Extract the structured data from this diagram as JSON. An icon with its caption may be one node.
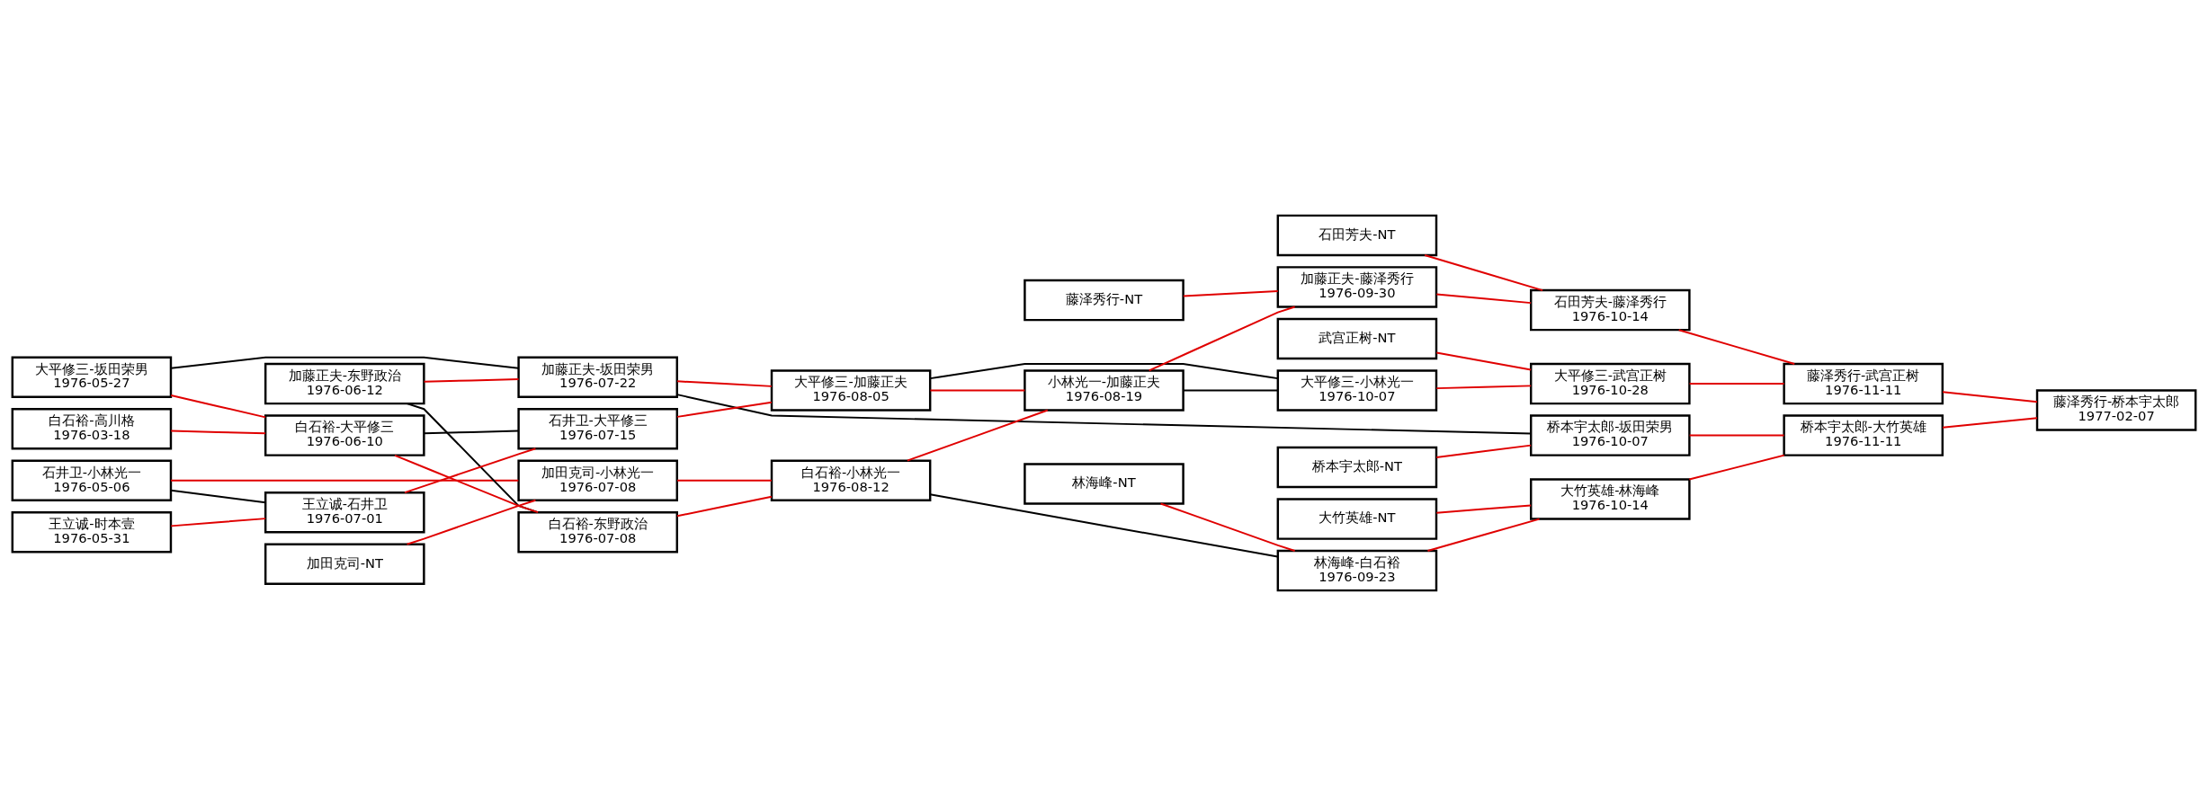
{
  "diagram": {
    "nodes": [
      {
        "text": [
          "大平修三-坂田荣男",
          "1976-05-27"
        ]
      },
      {
        "text": [
          "白石裕-高川格",
          "1976-03-18"
        ]
      },
      {
        "text": [
          "石井卫-小林光一",
          "1976-05-06"
        ]
      },
      {
        "text": [
          "王立诚-时本壹",
          "1976-05-31"
        ]
      },
      {
        "text": [
          "加藤正夫-东野政治",
          "1976-06-12"
        ]
      },
      {
        "text": [
          "白石裕-大平修三",
          "1976-06-10"
        ]
      },
      {
        "text": [
          "王立诚-石井卫",
          "1976-07-01"
        ]
      },
      {
        "text": [
          "加田克司-NT"
        ]
      },
      {
        "text": [
          "加藤正夫-坂田荣男",
          "1976-07-22"
        ]
      },
      {
        "text": [
          "石井卫-大平修三",
          "1976-07-15"
        ]
      },
      {
        "text": [
          "加田克司-小林光一",
          "1976-07-08"
        ]
      },
      {
        "text": [
          "白石裕-东野政治",
          "1976-07-08"
        ]
      },
      {
        "text": [
          "大平修三-加藤正夫",
          "1976-08-05"
        ]
      },
      {
        "text": [
          "白石裕-小林光一",
          "1976-08-12"
        ]
      },
      {
        "text": [
          "藤泽秀行-NT"
        ]
      },
      {
        "text": [
          "小林光一-加藤正夫",
          "1976-08-19"
        ]
      },
      {
        "text": [
          "林海峰-NT"
        ]
      },
      {
        "text": [
          "加藤正夫-藤泽秀行",
          "1976-09-30"
        ]
      },
      {
        "text": [
          "石田芳夫-NT"
        ]
      },
      {
        "text": [
          "武宫正树-NT"
        ]
      },
      {
        "text": [
          "大平修三-小林光一",
          "1976-10-07"
        ]
      },
      {
        "text": [
          "桥本宇太郎-NT"
        ]
      },
      {
        "text": [
          "大竹英雄-NT"
        ]
      },
      {
        "text": [
          "林海峰-白石裕",
          "1976-09-23"
        ]
      },
      {
        "text": [
          "石田芳夫-藤泽秀行",
          "1976-10-14"
        ]
      },
      {
        "text": [
          "大平修三-武宫正树",
          "1976-10-28"
        ]
      },
      {
        "text": [
          "桥本宇太郎-坂田荣男",
          "1976-10-07"
        ]
      },
      {
        "text": [
          "大竹英雄-林海峰",
          "1976-10-14"
        ]
      },
      {
        "text": [
          "藤泽秀行-武宫正树",
          "1976-11-11"
        ]
      },
      {
        "text": [
          "桥本宇太郎-大竹英雄",
          "1976-11-11"
        ]
      },
      {
        "text": [
          "藤泽秀行-桥本宇太郎",
          "1977-02-07"
        ]
      }
    ],
    "edges": [
      {
        "from": 0,
        "to": 8,
        "arrow": "none",
        "color": "#000000"
      },
      {
        "from": 0,
        "to": 5,
        "arrow": "none"
      },
      {
        "from": 1,
        "to": 5,
        "arrow": "none"
      },
      {
        "from": 2,
        "to": 6,
        "arrow": "none",
        "color": "#000000"
      },
      {
        "from": 2,
        "to": 10,
        "arrow": "none"
      },
      {
        "from": 3,
        "to": 6,
        "arrow": "none"
      },
      {
        "from": 4,
        "to": 8,
        "arrow": "none"
      },
      {
        "from": 4,
        "to": 11,
        "arrow": "none",
        "color": "#000000"
      },
      {
        "from": 5,
        "to": 9,
        "arrow": "none",
        "color": "#000000"
      },
      {
        "from": 5,
        "to": 11,
        "arrow": "none"
      },
      {
        "from": 6,
        "to": 9,
        "arrow": "none"
      },
      {
        "from": 7,
        "to": 10,
        "arrow": "none"
      },
      {
        "from": 8,
        "to": 12,
        "arrow": "none"
      },
      {
        "from": 8,
        "to": 26,
        "arrow": "none",
        "color": "#000000"
      },
      {
        "from": 9,
        "to": 12,
        "arrow": "none"
      },
      {
        "from": 10,
        "to": 13,
        "arrow": "none"
      },
      {
        "from": 11,
        "to": 13,
        "arrow": "none"
      },
      {
        "from": 12,
        "to": 15,
        "arrow": "none"
      },
      {
        "from": 12,
        "to": 20,
        "arrow": "none",
        "color": "#000000"
      },
      {
        "from": 13,
        "to": 15,
        "arrow": "none"
      },
      {
        "from": 13,
        "to": 23,
        "arrow": "none",
        "color": "#000000"
      },
      {
        "from": 14,
        "to": 17,
        "arrow": "none"
      },
      {
        "from": 15,
        "to": 17,
        "arrow": "none"
      },
      {
        "from": 15,
        "to": 20,
        "arrow": "none",
        "color": "#000000"
      },
      {
        "from": 16,
        "to": 23,
        "arrow": "none"
      },
      {
        "from": 17,
        "to": 24,
        "arrow": "none"
      },
      {
        "from": 18,
        "to": 24,
        "arrow": "none"
      },
      {
        "from": 19,
        "to": 25,
        "arrow": "none"
      },
      {
        "from": 20,
        "to": 25,
        "arrow": "none"
      },
      {
        "from": 21,
        "to": 26,
        "arrow": "none"
      },
      {
        "from": 22,
        "to": 27,
        "arrow": "none"
      },
      {
        "from": 23,
        "to": 27,
        "arrow": "none"
      },
      {
        "from": 24,
        "to": 28,
        "arrow": "none"
      },
      {
        "from": 25,
        "to": 28,
        "arrow": "none"
      },
      {
        "from": 26,
        "to": 29,
        "arrow": "none"
      },
      {
        "from": 27,
        "to": 29,
        "arrow": "none"
      },
      {
        "from": 28,
        "to": 30,
        "arrow": "none"
      },
      {
        "from": 29,
        "to": 30,
        "arrow": "none"
      }
    ]
  }
}
